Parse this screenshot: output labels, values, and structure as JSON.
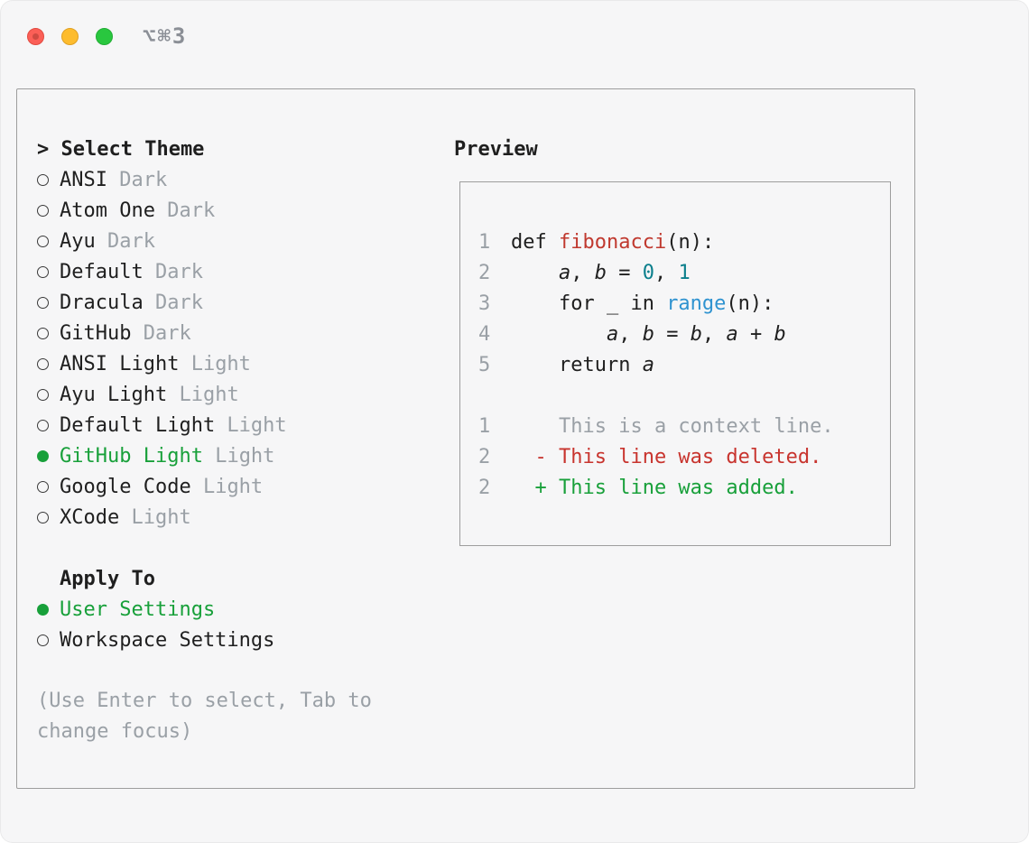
{
  "titlebar": {
    "shortcut": "⌥⌘3"
  },
  "theme_panel": {
    "header": "> Select Theme",
    "apply_header": "Apply To",
    "help_text": "(Use Enter to select, Tab to change focus)",
    "themes": [
      {
        "name": "ANSI",
        "variant": "Dark",
        "selected": false
      },
      {
        "name": "Atom One",
        "variant": "Dark",
        "selected": false
      },
      {
        "name": "Ayu",
        "variant": "Dark",
        "selected": false
      },
      {
        "name": "Default",
        "variant": "Dark",
        "selected": false
      },
      {
        "name": "Dracula",
        "variant": "Dark",
        "selected": false
      },
      {
        "name": "GitHub",
        "variant": "Dark",
        "selected": false
      },
      {
        "name": "ANSI Light",
        "variant": "Light",
        "selected": false
      },
      {
        "name": "Ayu Light",
        "variant": "Light",
        "selected": false
      },
      {
        "name": "Default Light",
        "variant": "Light",
        "selected": false
      },
      {
        "name": "GitHub Light",
        "variant": "Light",
        "selected": true
      },
      {
        "name": "Google Code",
        "variant": "Light",
        "selected": false
      },
      {
        "name": "XCode",
        "variant": "Light",
        "selected": false
      }
    ],
    "apply_options": [
      {
        "label": "User Settings",
        "selected": true
      },
      {
        "label": "Workspace Settings",
        "selected": false
      }
    ]
  },
  "preview": {
    "header": "Preview",
    "code_lines": [
      {
        "num": "1",
        "tokens": [
          {
            "t": "def ",
            "c": "plain"
          },
          {
            "t": "fibonacci",
            "c": "func"
          },
          {
            "t": "(n):",
            "c": "plain"
          }
        ]
      },
      {
        "num": "2",
        "tokens": [
          {
            "t": "    ",
            "c": "plain"
          },
          {
            "t": "a",
            "c": "var"
          },
          {
            "t": ", ",
            "c": "plain"
          },
          {
            "t": "b",
            "c": "var"
          },
          {
            "t": " = ",
            "c": "plain"
          },
          {
            "t": "0",
            "c": "num"
          },
          {
            "t": ", ",
            "c": "plain"
          },
          {
            "t": "1",
            "c": "num"
          }
        ]
      },
      {
        "num": "3",
        "tokens": [
          {
            "t": "    for _ in ",
            "c": "plain"
          },
          {
            "t": "range",
            "c": "builtin"
          },
          {
            "t": "(n):",
            "c": "plain"
          }
        ]
      },
      {
        "num": "4",
        "tokens": [
          {
            "t": "        ",
            "c": "plain"
          },
          {
            "t": "a",
            "c": "var"
          },
          {
            "t": ", ",
            "c": "plain"
          },
          {
            "t": "b",
            "c": "var"
          },
          {
            "t": " = ",
            "c": "plain"
          },
          {
            "t": "b",
            "c": "var"
          },
          {
            "t": ", ",
            "c": "plain"
          },
          {
            "t": "a",
            "c": "var"
          },
          {
            "t": " + ",
            "c": "plain"
          },
          {
            "t": "b",
            "c": "var"
          }
        ]
      },
      {
        "num": "5",
        "tokens": [
          {
            "t": "    return ",
            "c": "plain"
          },
          {
            "t": "a",
            "c": "var"
          }
        ]
      }
    ],
    "diff_lines": [
      {
        "num": "1",
        "text": "    This is a context line.",
        "type": "context"
      },
      {
        "num": "2",
        "text": "  - This line was deleted.",
        "type": "deleted"
      },
      {
        "num": "2",
        "text": "  + This line was added.",
        "type": "added"
      }
    ]
  },
  "colors": {
    "accent_green": "#18a03a",
    "syntax_function_red": "#c0392f",
    "syntax_number_teal": "#0b7f8c",
    "syntax_builtin_blue": "#2f93d0",
    "diff_deleted_red": "#c8342e",
    "diff_added_green": "#18a03a",
    "muted_gray": "#9aa0a6",
    "text": "#1f1f1f",
    "border_gray": "#9d9d9d",
    "traffic_red": "#fb5f57",
    "traffic_yellow": "#fdbc2e",
    "traffic_green": "#29c73f"
  }
}
